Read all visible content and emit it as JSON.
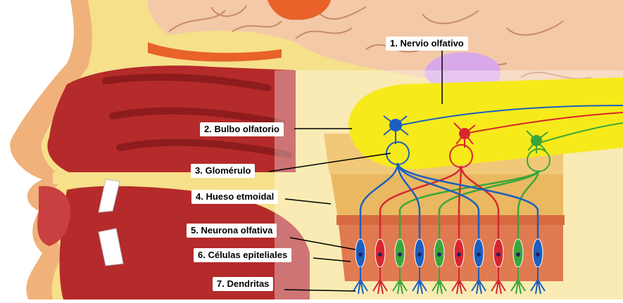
{
  "labels": {
    "l1": "1. Nervio olfativo",
    "l2": "2. Bulbo olfatorio",
    "l3": "3. Glomérulo",
    "l4": "4. Hueso etmoidal",
    "l5": "5. Neurona olfativa",
    "l6": "6. Células epiteliales",
    "l7": "7. Dendritas"
  },
  "colors": {
    "skin": "#f0b27a",
    "fat": "#f6e08a",
    "muscle": "#b52a2a",
    "muscle_dark": "#8e1c1c",
    "brain": "#f3c9a8",
    "brain_line": "#c98a6a",
    "bulb": "#f7ea1a",
    "bone": "#e9b860",
    "epithelium": "#e07a50",
    "neuron_blue": "#1b5fbf",
    "neuron_red": "#d8262f",
    "neuron_green": "#3aa63a",
    "teeth": "#ffffff"
  }
}
